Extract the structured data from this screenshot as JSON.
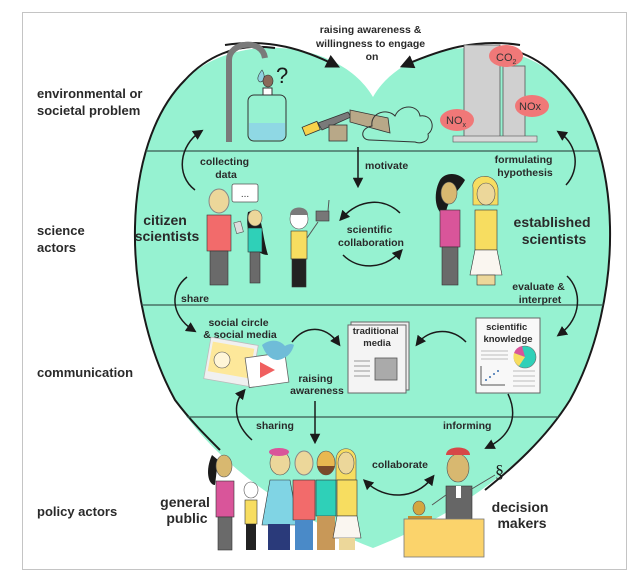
{
  "colors": {
    "heart_fill": "#96f2d1",
    "outline": "#1a1a1a",
    "divider": "#3a5a50",
    "pollution_cloud": "#f07878",
    "building": "#cfcfcf",
    "skin": "#ecd79a",
    "shirt_red": "#f26b6b",
    "shirt_teal": "#2fd0b8",
    "shirt_yellow": "#f7dd60",
    "shirt_pink": "#d9559a",
    "shirt_blue": "#80d4e4",
    "pants_gray": "#6a6a6a",
    "desk": "#fbd36b",
    "judge_hat": "#d64848"
  },
  "rows": [
    {
      "id": "problem",
      "label_lines": [
        "environmental or",
        "societal problem"
      ]
    },
    {
      "id": "science",
      "label_lines": [
        "science",
        "actors"
      ]
    },
    {
      "id": "communication",
      "label_lines": [
        "communication"
      ]
    },
    {
      "id": "policy",
      "label_lines": [
        "policy actors"
      ]
    }
  ],
  "top_caption": [
    "raising awareness &",
    "willingness to engage",
    "on"
  ],
  "pollutants": {
    "co2": "CO",
    "co2_sub": "2",
    "nox_left": "NO",
    "nox_left_sub": "x",
    "nox_right": "NOx"
  },
  "problem_icons": {
    "question_mark": "?"
  },
  "arrows": {
    "collecting_data": [
      "collecting",
      "data"
    ],
    "formulating_hypothesis": [
      "formulating",
      "hypothesis"
    ],
    "motivate": "motivate",
    "scientific_collaboration": [
      "scientific",
      "collaboration"
    ],
    "share": "share",
    "evaluate_interpret": [
      "evaluate &",
      "interpret"
    ],
    "raising_awareness": [
      "raising",
      "awareness"
    ],
    "sharing": "sharing",
    "informing": "informing",
    "collaborate": "collaborate"
  },
  "actors": {
    "citizen_scientists": [
      "citizen",
      "scientists"
    ],
    "established_scientists": [
      "established",
      "scientists"
    ],
    "general_public": [
      "general",
      "public"
    ],
    "decision_makers": [
      "decision",
      "makers"
    ]
  },
  "speech_bubble": "...",
  "media": {
    "social": [
      "social circle",
      "& social media"
    ],
    "traditional": [
      "traditional",
      "media"
    ],
    "scientific": [
      "scientific",
      "knowledge"
    ]
  },
  "paragraph_sign": "§"
}
